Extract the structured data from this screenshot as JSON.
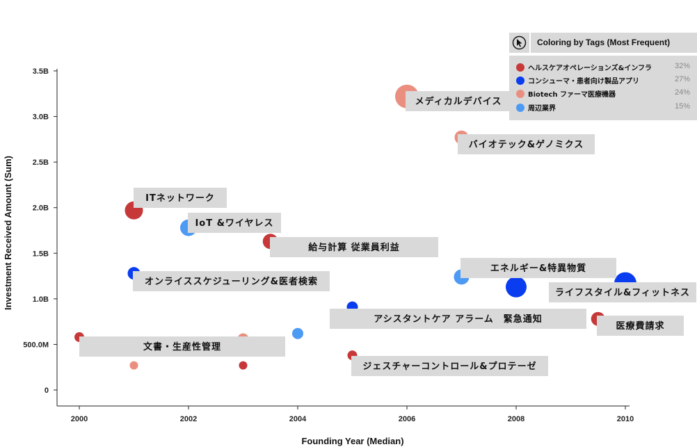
{
  "legend": {
    "title": "Coloring by Tags (Most Frequent)",
    "icon": "cursor-pointer-icon",
    "items": [
      {
        "name": "ヘルスケアオペレーションズ&インフラ",
        "pct": "32%",
        "color": "#c73838"
      },
      {
        "name": "コンシューマ・患者向け製品アプリ",
        "pct": "27%",
        "color": "#0a3cf0"
      },
      {
        "name": "Biotech ファーマ医療機器",
        "pct": "24%",
        "color": "#ea8f80"
      },
      {
        "name": "周辺業界",
        "pct": "15%",
        "color": "#4d9af5"
      }
    ]
  },
  "chart_data": {
    "type": "scatter",
    "xlabel": "Founding Year (Median)",
    "ylabel": "Investment Received Amount (Sum)",
    "xlim": [
      2000,
      2010
    ],
    "ylim": [
      0,
      3.5
    ],
    "x_ticks": [
      "2000",
      "2002",
      "2004",
      "2006",
      "2008",
      "2010"
    ],
    "y_ticks": [
      "0",
      "500.0M",
      "1.0B",
      "1.5B",
      "2.0B",
      "2.5B",
      "3.0B",
      "3.5B"
    ],
    "points": [
      {
        "x": 2006.0,
        "y": 3.22,
        "size": 17,
        "color": "#ea8f80",
        "label": "メディカルデバイス"
      },
      {
        "x": 2007.0,
        "y": 2.77,
        "size": 10,
        "color": "#ea8f80",
        "label": "バイオテック&ゲノミクス"
      },
      {
        "x": 2001.0,
        "y": 1.97,
        "size": 13,
        "color": "#c73838",
        "label": "ITネットワーク"
      },
      {
        "x": 2002.0,
        "y": 1.78,
        "size": 12,
        "color": "#4d9af5",
        "label": "IoT &ワイヤレス"
      },
      {
        "x": 2003.5,
        "y": 1.63,
        "size": 11,
        "color": "#c73838",
        "label": "給与計算 従業員利益"
      },
      {
        "x": 2001.0,
        "y": 1.28,
        "size": 9,
        "color": "#0a3cf0",
        "label": "オンライススケジューリング&医者検索"
      },
      {
        "x": 2007.0,
        "y": 1.24,
        "size": 11,
        "color": "#4d9af5",
        "label": "エネルギー&特異物質"
      },
      {
        "x": 2008.0,
        "y": 1.13,
        "size": 15,
        "color": "#0a3cf0",
        "label": ""
      },
      {
        "x": 2010.0,
        "y": 1.17,
        "size": 16,
        "color": "#0a3cf0",
        "label": "ライフスタイル&フィットネス"
      },
      {
        "x": 2005.0,
        "y": 0.91,
        "size": 8,
        "color": "#0a3cf0",
        "label": "アシスタントケア アラーム　緊急通知"
      },
      {
        "x": 2009.5,
        "y": 0.78,
        "size": 10,
        "color": "#c73838",
        "label": "医療費請求"
      },
      {
        "x": 2004.0,
        "y": 0.62,
        "size": 8,
        "color": "#4d9af5",
        "label": ""
      },
      {
        "x": 2000.0,
        "y": 0.58,
        "size": 7,
        "color": "#c73838",
        "label": ""
      },
      {
        "x": 2003.0,
        "y": 0.56,
        "size": 8,
        "color": "#ea8f80",
        "label": "文書・生産性管理"
      },
      {
        "x": 2005.0,
        "y": 0.38,
        "size": 7,
        "color": "#c73838",
        "label": "ジェスチャーコントロール&プロテーゼ"
      },
      {
        "x": 2001.0,
        "y": 0.27,
        "size": 6,
        "color": "#ea8f80",
        "label": ""
      },
      {
        "x": 2003.0,
        "y": 0.27,
        "size": 6,
        "color": "#c73838",
        "label": ""
      }
    ]
  }
}
